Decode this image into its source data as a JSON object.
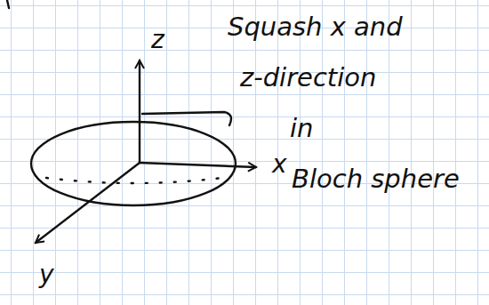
{
  "diagram": {
    "labels": [
      "z",
      "Squash x and z-direction in Bloch sphere",
      "x",
      "y"
    ]
  }
}
